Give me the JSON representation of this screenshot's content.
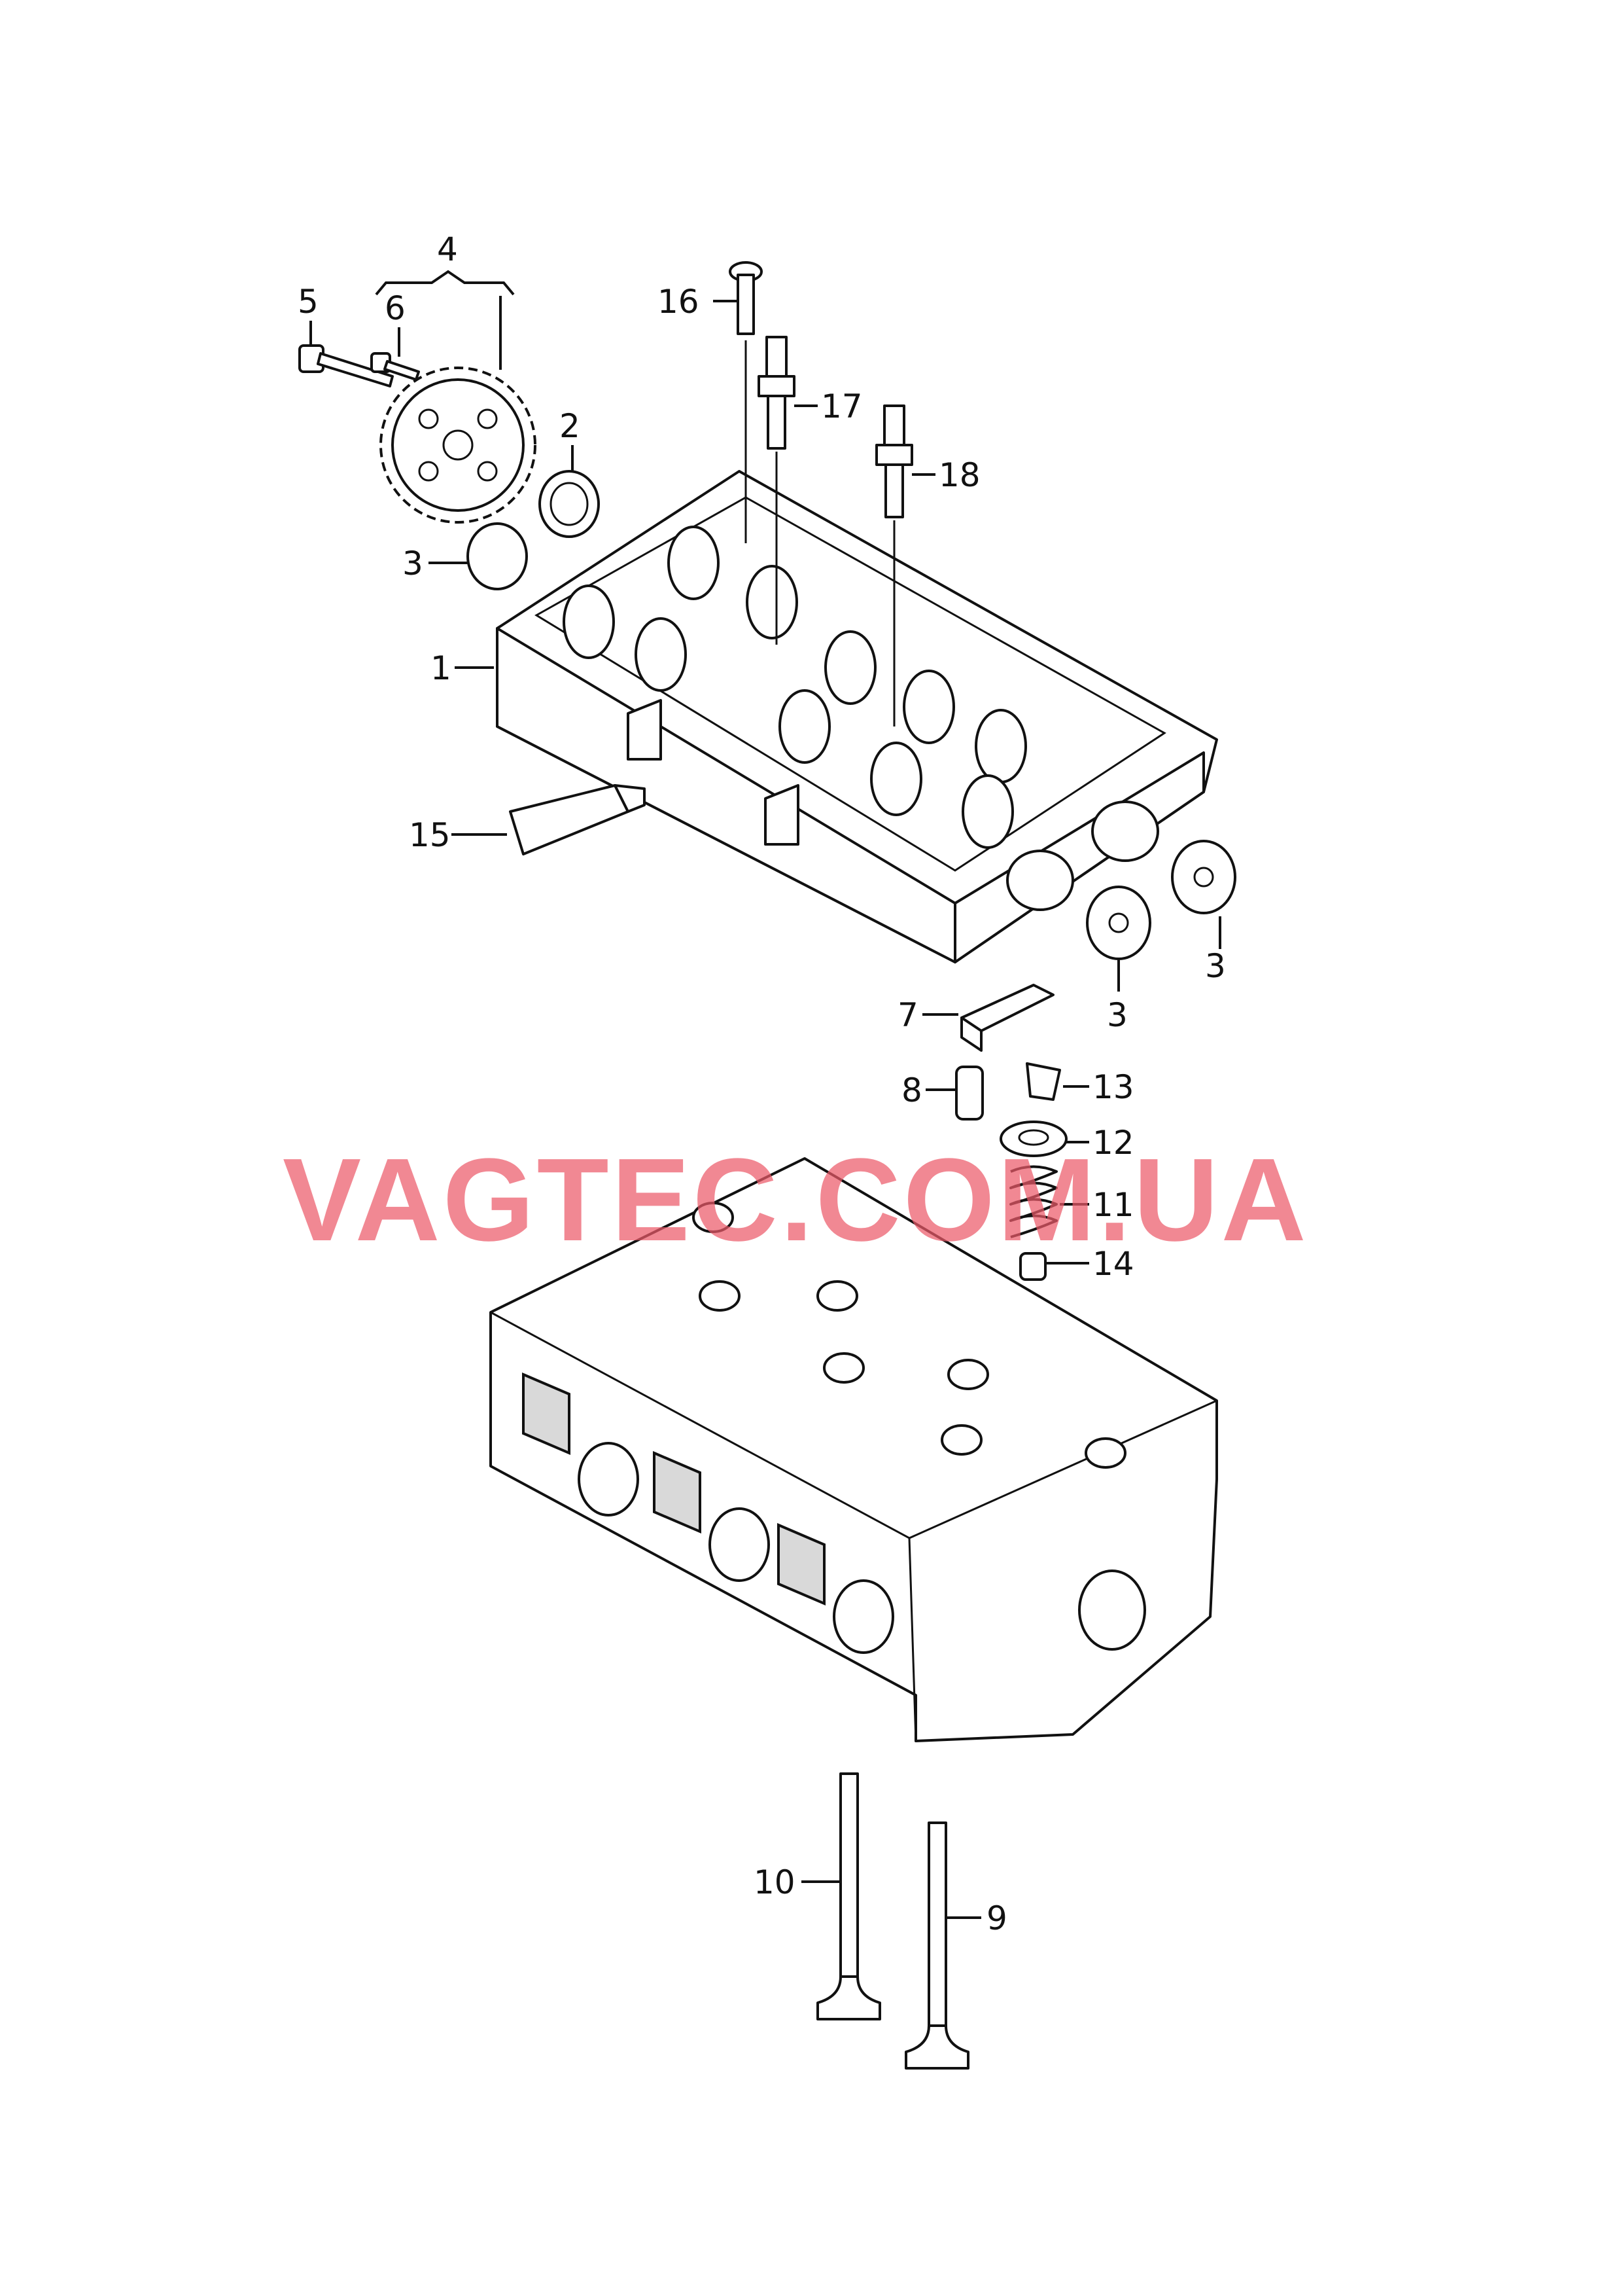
{
  "callouts": [
    "1",
    "2",
    "3",
    "4",
    "5",
    "6",
    "7",
    "8",
    "9",
    "10",
    "11",
    "12",
    "13",
    "14",
    "15",
    "16",
    "17",
    "18"
  ],
  "watermark": "VAGTEC.COM.UA"
}
